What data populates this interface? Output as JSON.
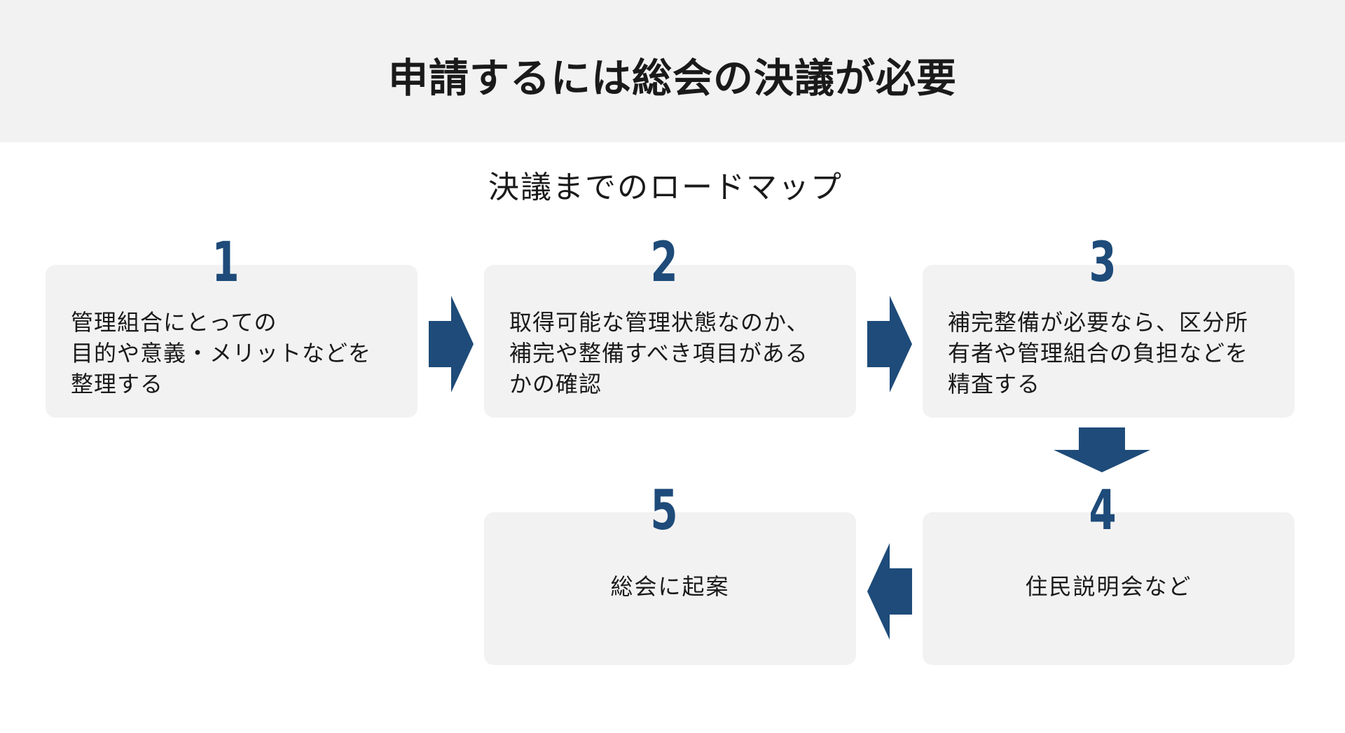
{
  "header": {
    "title": "申請するには総会の決議が必要"
  },
  "roadmap": {
    "title": "決議までのロードマップ"
  },
  "steps": [
    {
      "number": "1",
      "text": "管理組合にとっての\n目的や意義・メリットなどを\n整理する"
    },
    {
      "number": "2",
      "text": "取得可能な管理状態なのか、\n補完や整備すべき項目がある\nかの確認"
    },
    {
      "number": "3",
      "text": "補完整備が必要なら、区分所\n有者や管理組合の負担などを\n精査する"
    },
    {
      "number": "4",
      "text": "住民説明会など"
    },
    {
      "number": "5",
      "text": "総会に起案"
    }
  ],
  "colors": {
    "accent": "#1e4b79",
    "box_background": "#f2f2f2",
    "header_background": "#f2f2f2"
  }
}
